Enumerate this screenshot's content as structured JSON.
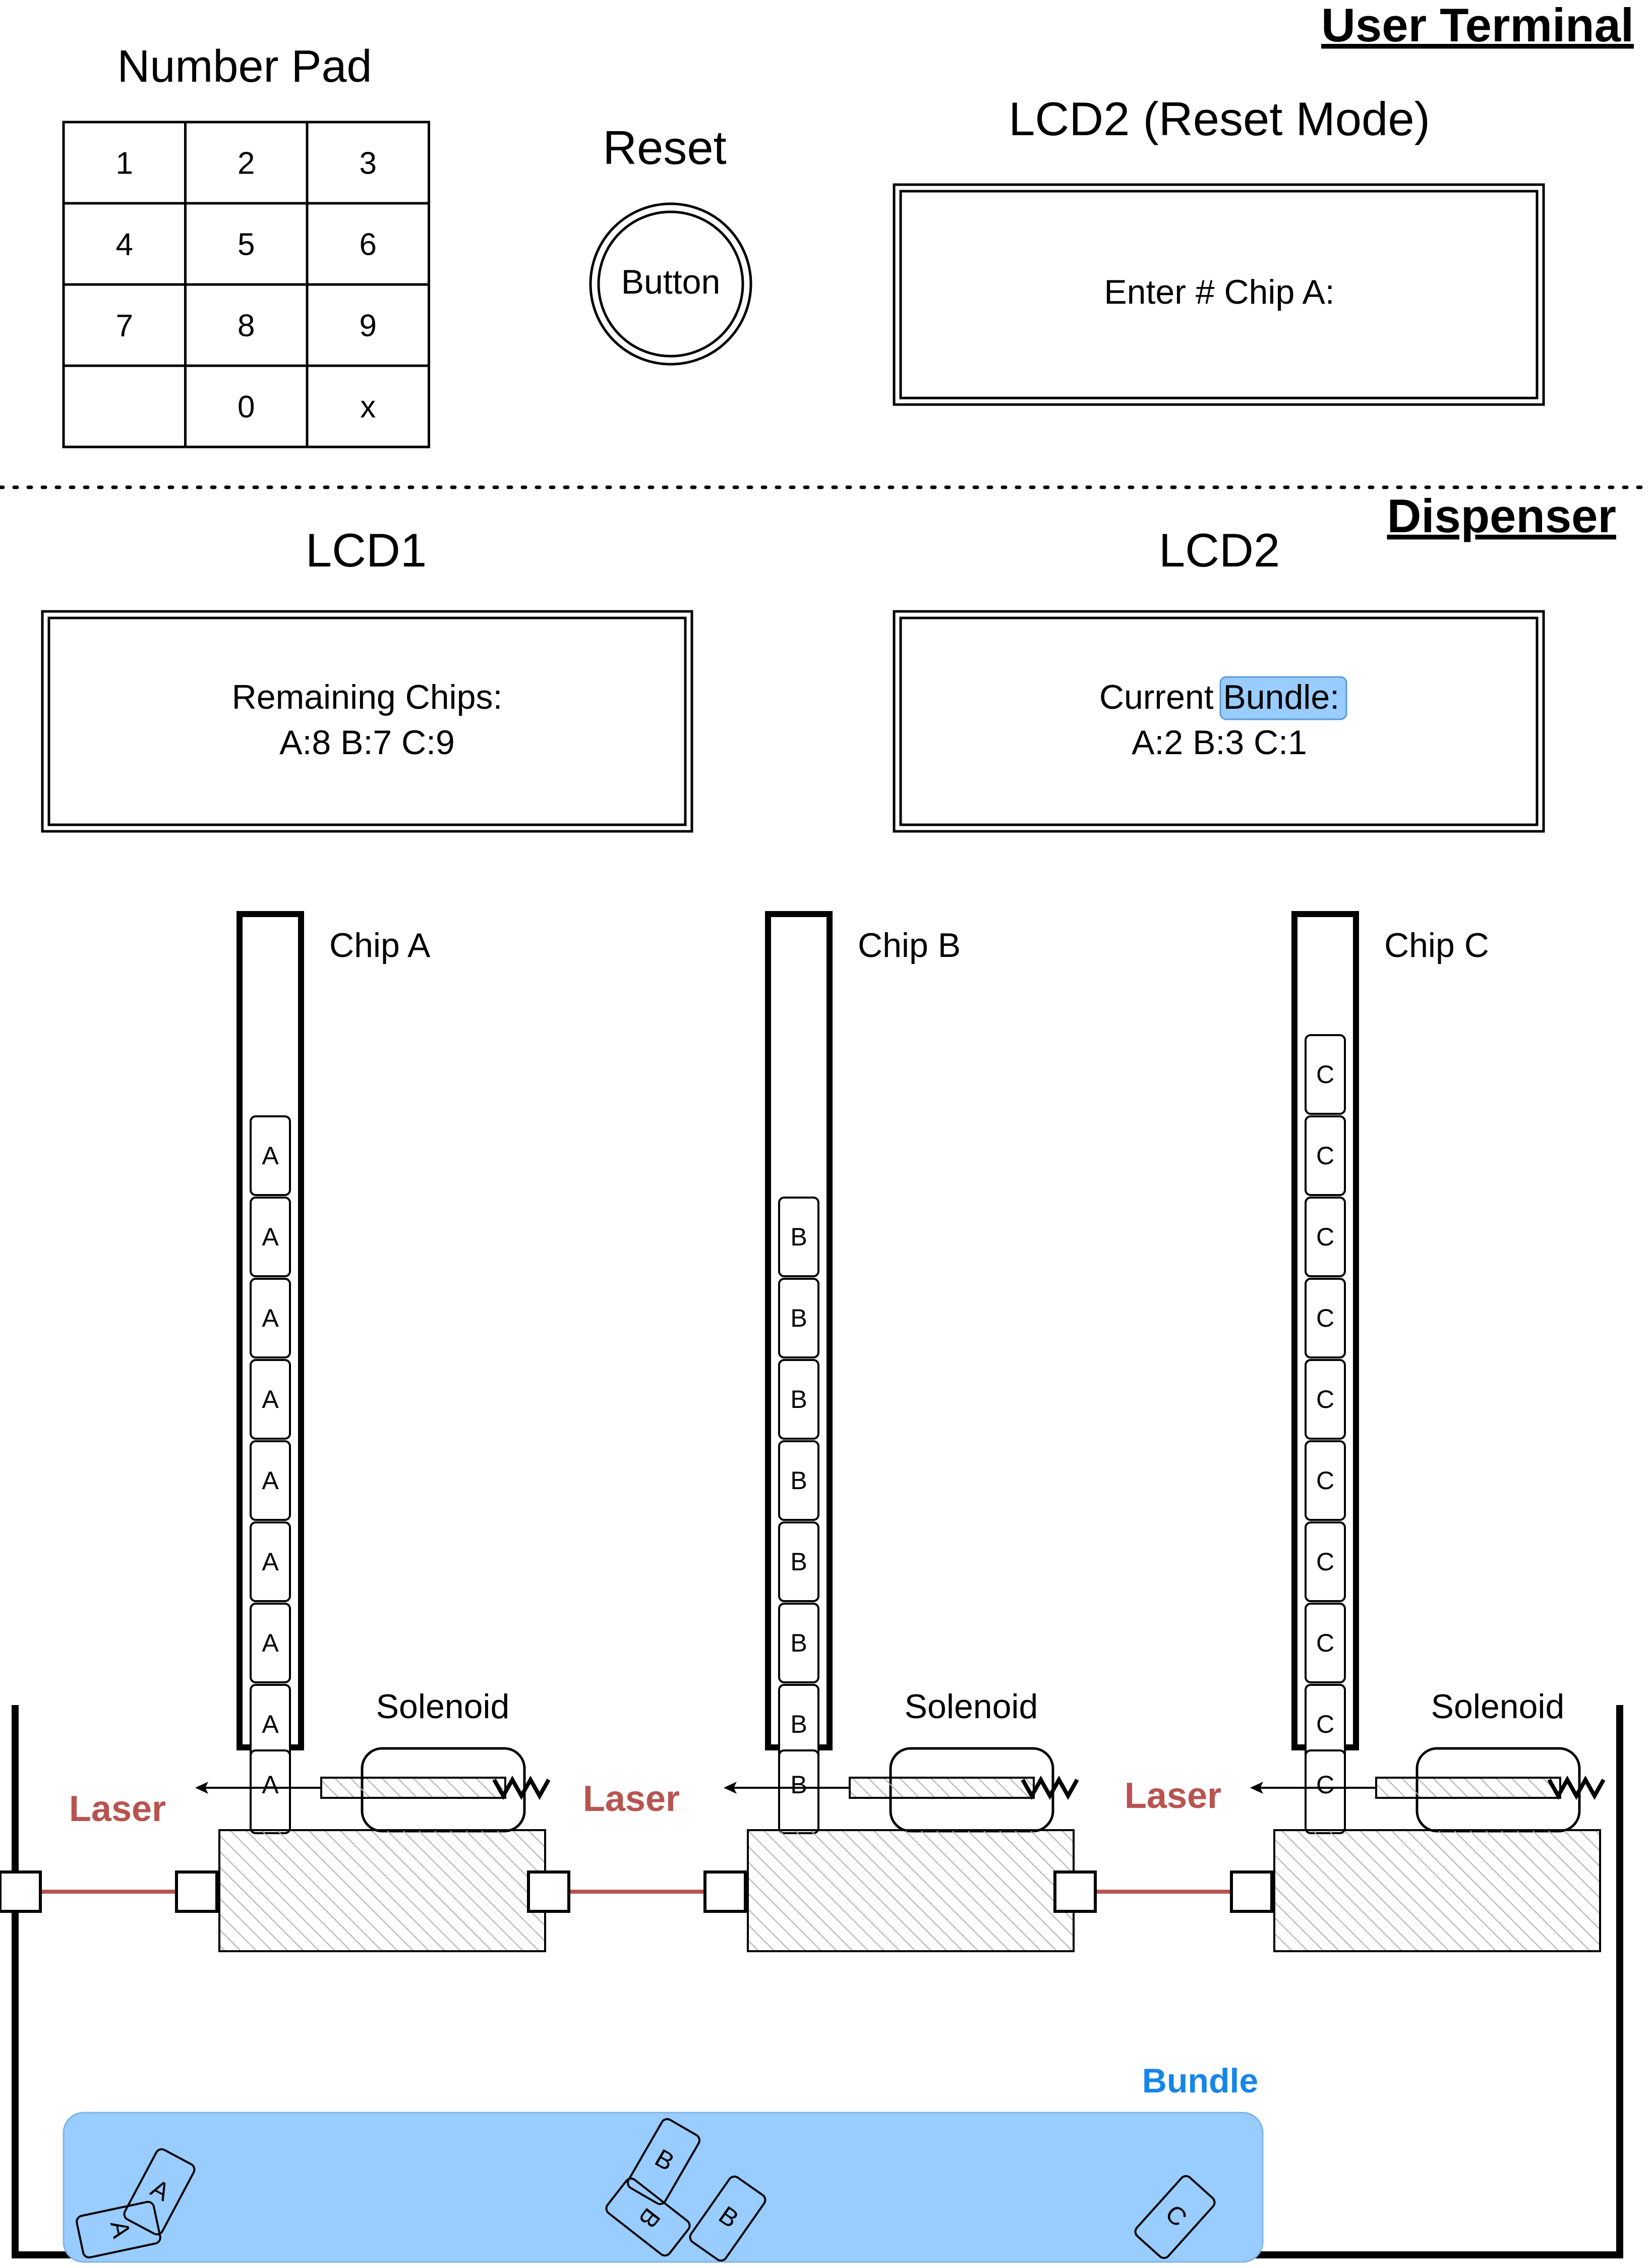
{
  "terminal": {
    "title": "User Terminal",
    "number_pad": {
      "title": "Number Pad",
      "keys": [
        "1",
        "2",
        "3",
        "4",
        "5",
        "6",
        "7",
        "8",
        "9",
        "",
        "0",
        "x"
      ]
    },
    "reset": {
      "title": "Reset",
      "button_label": "Button"
    },
    "lcd2_reset": {
      "title": "LCD2 (Reset Mode)",
      "text": "Enter # Chip A:"
    }
  },
  "dispenser": {
    "title": "Dispenser",
    "lcd1": {
      "title": "LCD1",
      "line1": "Remaining Chips:",
      "line2": "A:8 B:7 C:9"
    },
    "lcd2": {
      "title": "LCD2",
      "line1_prefix": "Current ",
      "line1_highlight": "Bundle:",
      "line2": "A:2 B:3 C:1"
    },
    "tubes": [
      {
        "label": "Chip A",
        "letter": "A",
        "stack_count": 8
      },
      {
        "label": "Chip B",
        "letter": "B",
        "stack_count": 7
      },
      {
        "label": "Chip C",
        "letter": "C",
        "stack_count": 9
      }
    ],
    "solenoid_label": "Solenoid",
    "laser_label": "Laser",
    "bundle": {
      "label": "Bundle",
      "chips": [
        "A",
        "A",
        "B",
        "B",
        "B",
        "C"
      ]
    }
  },
  "colors": {
    "laser": "#b85450",
    "bundle_fill": "#99ccff",
    "bundle_label": "#1685e8",
    "highlight": "#99ccff",
    "hatch": "#b0b0b0"
  }
}
